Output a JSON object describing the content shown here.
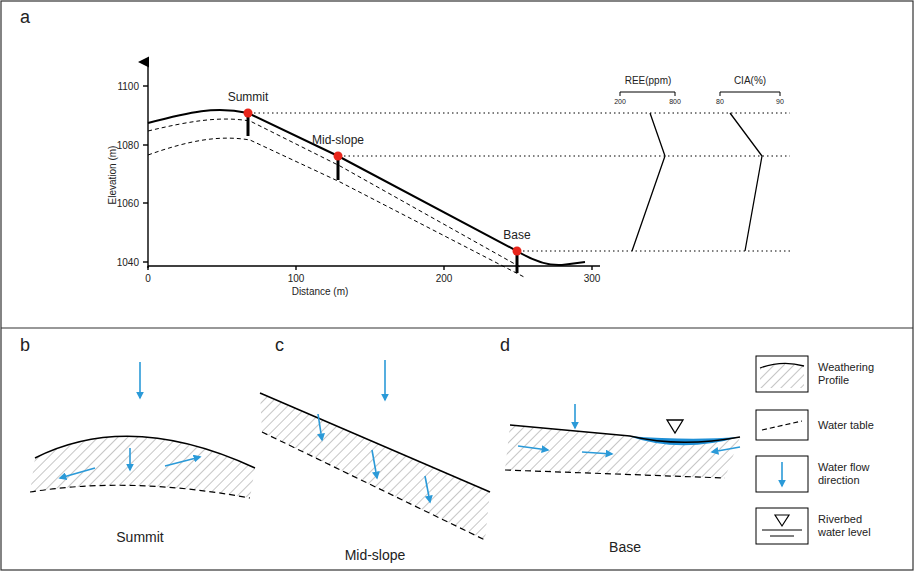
{
  "diagram": {
    "labels": [
      "a",
      "1100",
      "1080",
      "1060",
      "1040",
      "0",
      "100",
      "200",
      "300",
      "Distance (m)",
      "Elevation (m)",
      "Summit",
      "Mid-slope",
      "Base",
      "REE(ppm)",
      "200",
      "800",
      "CIA(%)",
      "80",
      "90",
      "b",
      "Summit",
      "c",
      "Mid-slope",
      "d",
      "Base"
    ],
    "legend": [
      {
        "text": "Weathering Profile"
      },
      {
        "text": "Water table"
      },
      {
        "text": "Water flow direction"
      },
      {
        "text": "Riverbed water level"
      }
    ]
  }
}
